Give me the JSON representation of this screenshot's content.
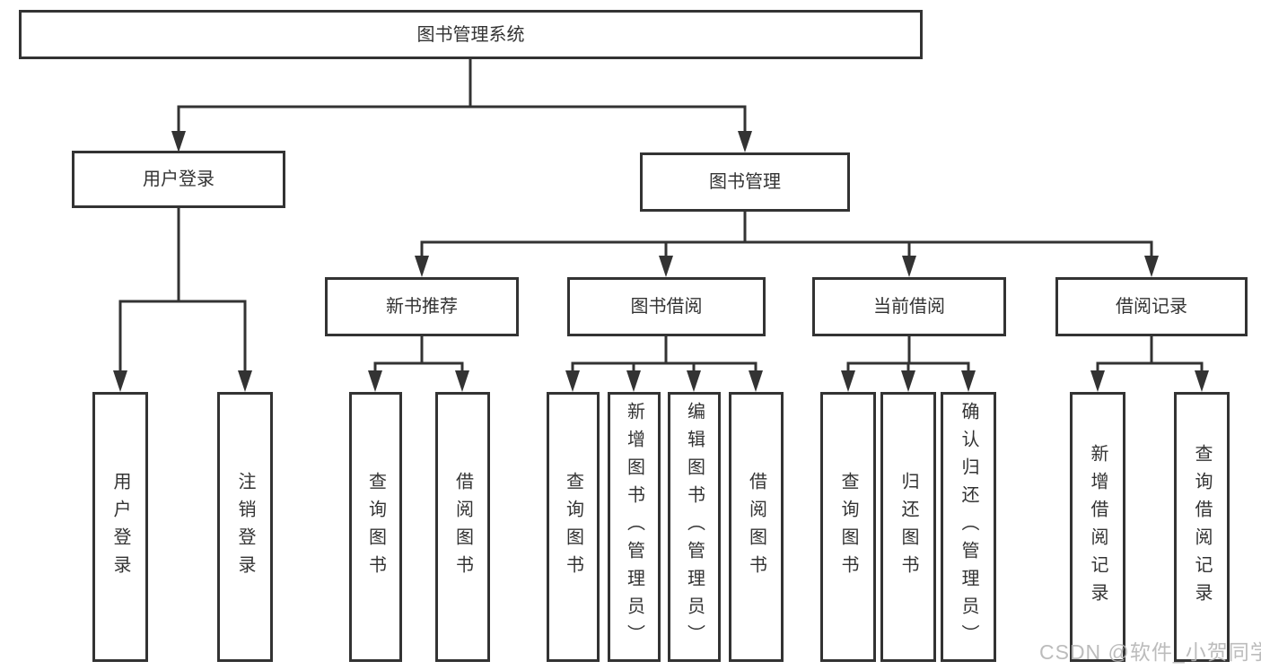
{
  "diagram": {
    "root": {
      "label": "图书管理系统"
    },
    "branches": [
      {
        "label": "用户登录",
        "children": [
          "用户登录",
          "注销登录"
        ]
      },
      {
        "label": "图书管理",
        "sections": [
          {
            "label": "新书推荐",
            "children": [
              "查询图书",
              "借阅图书"
            ]
          },
          {
            "label": "图书借阅",
            "children": [
              "查询图书",
              "新增图书（管理员）",
              "编辑图书（管理员）",
              "借阅图书"
            ]
          },
          {
            "label": "当前借阅",
            "children": [
              "查询图书",
              "归还图书",
              "确认归还（管理员）"
            ]
          },
          {
            "label": "借阅记录",
            "children": [
              "新增借阅记录",
              "查询借阅记录"
            ]
          }
        ]
      }
    ]
  },
  "watermark": {
    "text": "CSDN @软件_小贺同学"
  },
  "colors": {
    "line": "#333333",
    "text": "#333333",
    "watermark": "#b5b5b5",
    "background": "#ffffff"
  }
}
